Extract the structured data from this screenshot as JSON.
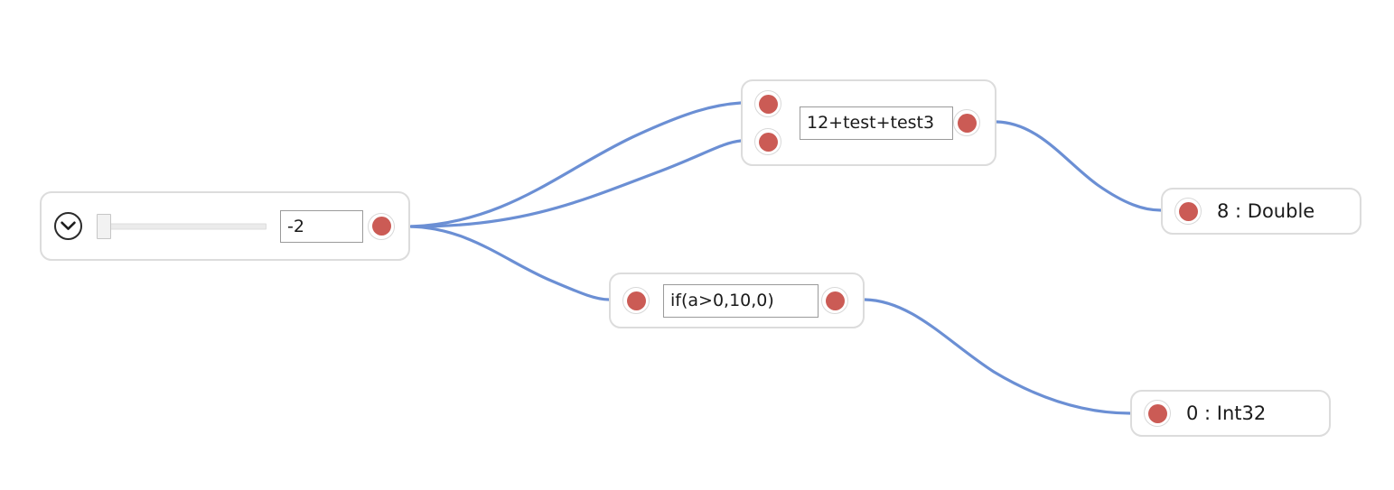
{
  "canvas": {
    "background": "#ffffff",
    "edge_color": "#6b8fd4",
    "port_color": "#cb5b55",
    "node_border_color": "#dcdcdc"
  },
  "nodes": {
    "slider": {
      "collapse_icon": "chevron-down-icon",
      "slider": {
        "thumb_position_percent": 0,
        "track_label": "value-slider"
      },
      "value": "-2"
    },
    "expression": {
      "text": "12+test+test3",
      "input_port_count": 2,
      "output_port_count": 1
    },
    "condition": {
      "text": "if(a>0,10,0)",
      "input_port_count": 1,
      "output_port_count": 1
    },
    "result_double": {
      "label": "8 : Double"
    },
    "result_int": {
      "label": "0 : Int32"
    }
  },
  "edges": [
    {
      "name": "slider-to-expression-input-1",
      "from": "slider.out",
      "to": "expression.in1"
    },
    {
      "name": "slider-to-expression-input-2",
      "from": "slider.out",
      "to": "expression.in2"
    },
    {
      "name": "slider-to-condition-input",
      "from": "slider.out",
      "to": "condition.in1"
    },
    {
      "name": "expression-to-result-double",
      "from": "expression.out",
      "to": "result_double.in"
    },
    {
      "name": "condition-to-result-int",
      "from": "condition.out",
      "to": "result_int.in"
    }
  ]
}
